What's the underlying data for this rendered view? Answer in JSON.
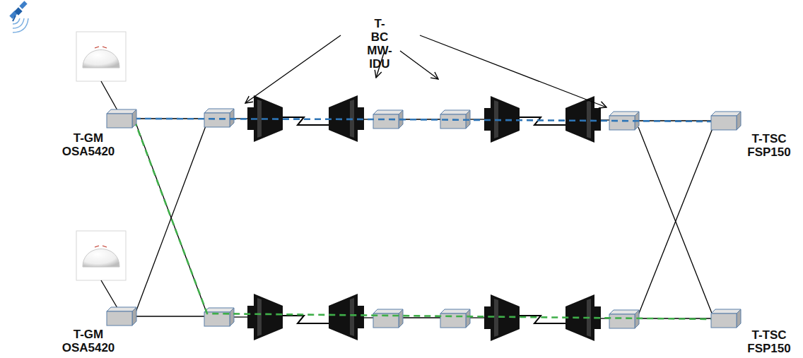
{
  "diagram": {
    "nodes": [
      {
        "text": [
          "T-GM OSA5420"
        ]
      },
      {
        "text": [
          "T-TSC FSP150"
        ]
      },
      {
        "text": [
          "T-GM OSA5420"
        ]
      },
      {
        "text": [
          "T-TSC FSP150"
        ]
      }
    ],
    "labels": [
      "T-BC MW-IDU"
    ]
  }
}
